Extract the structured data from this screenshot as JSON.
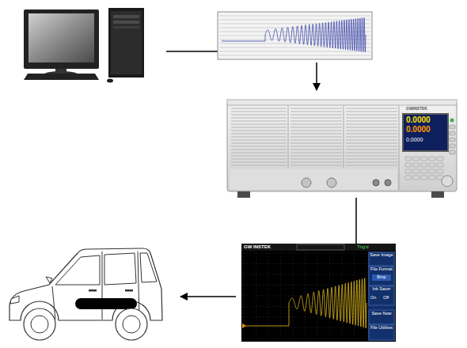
{
  "diagram": {
    "nodes": [
      {
        "text": [
          "GWINSTEK",
          "0.0000",
          "0.0000",
          "0.0000"
        ]
      },
      {
        "text": [
          "GW INSTEK",
          "Trig'd",
          "Save Image",
          "File Format",
          "Bmp",
          "Ink Saver",
          "On",
          "Off",
          "Save Now",
          "File Utilities"
        ]
      }
    ],
    "edges": [
      {
        "from": 0,
        "to": 1,
        "arrow": "none"
      }
    ]
  }
}
